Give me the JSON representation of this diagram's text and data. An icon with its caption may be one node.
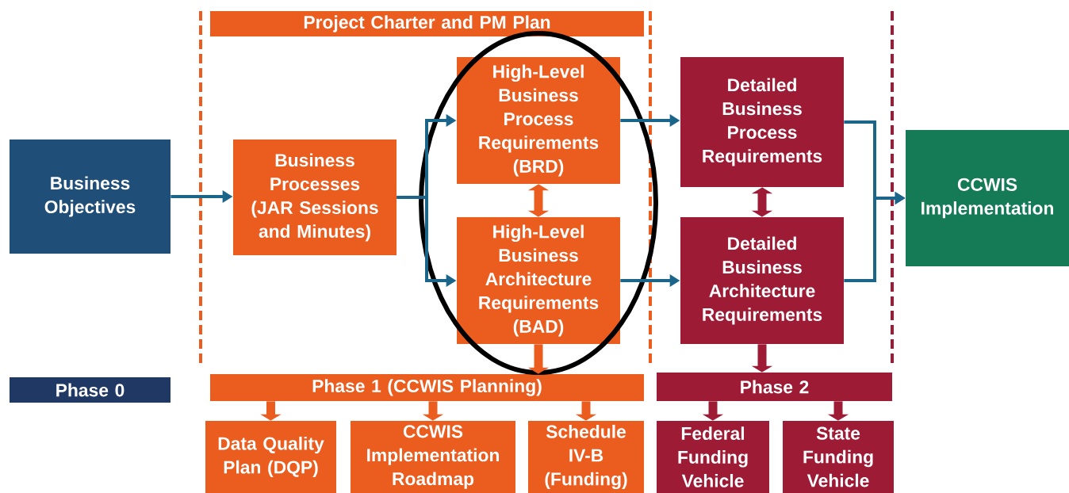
{
  "diagram": {
    "nodes": [
      {
        "text": [
          "Business Objectives"
        ]
      },
      {
        "text": [
          "Project Charter and PM Plan"
        ]
      },
      {
        "text": [
          "Business Processes (JAR Sessions and Minutes)"
        ]
      },
      {
        "text": [
          "High-Level Business Process Requirements (BRD)"
        ]
      },
      {
        "text": [
          "High-Level Business Architecture Requirements (BAD)"
        ]
      },
      {
        "text": [
          "Detailed Business Process Requirements"
        ]
      },
      {
        "text": [
          "Detailed Business Architecture Requirements"
        ]
      },
      {
        "text": [
          "CCWIS Implementation"
        ]
      },
      {
        "text": [
          "Phase 0"
        ]
      },
      {
        "text": [
          "Phase 1 (CCWIS Planning)"
        ]
      },
      {
        "text": [
          "Phase 2"
        ]
      },
      {
        "text": [
          "Data Quality Plan (DQP)"
        ]
      },
      {
        "text": [
          "CCWIS Implementation Roadmap"
        ]
      },
      {
        "text": [
          "Schedule IV-B (Funding)"
        ]
      },
      {
        "text": [
          "Federal Funding Vehicle"
        ]
      },
      {
        "text": [
          "State Funding Vehicle"
        ]
      }
    ],
    "edges": [
      {
        "from": 0,
        "to": 2,
        "arrow": "to"
      },
      {
        "from": 2,
        "to": 3,
        "arrow": "to"
      },
      {
        "from": 2,
        "to": 4,
        "arrow": "to"
      },
      {
        "from": 3,
        "to": 4,
        "arrow": "both",
        "color": "#eb5c1f"
      },
      {
        "from": 3,
        "to": 5,
        "arrow": "to"
      },
      {
        "from": 4,
        "to": 6,
        "arrow": "to"
      },
      {
        "from": 5,
        "to": 6,
        "arrow": "both",
        "color": "#9e1b36"
      },
      {
        "from": 5,
        "to": 7,
        "arrow": "to"
      },
      {
        "from": 6,
        "to": 7,
        "arrow": "to"
      },
      {
        "from": 4,
        "to": 9,
        "arrow": "to",
        "color": "#eb5c1f"
      },
      {
        "from": 9,
        "to": 11,
        "arrow": "to",
        "color": "#eb5c1f"
      },
      {
        "from": 9,
        "to": 12,
        "arrow": "to",
        "color": "#eb5c1f"
      },
      {
        "from": 9,
        "to": 13,
        "arrow": "to",
        "color": "#eb5c1f"
      },
      {
        "from": 6,
        "to": 10,
        "arrow": "to",
        "color": "#9e1b36"
      },
      {
        "from": 10,
        "to": 14,
        "arrow": "to",
        "color": "#9e1b36"
      },
      {
        "from": 10,
        "to": 15,
        "arrow": "to",
        "color": "#9e1b36"
      }
    ]
  }
}
